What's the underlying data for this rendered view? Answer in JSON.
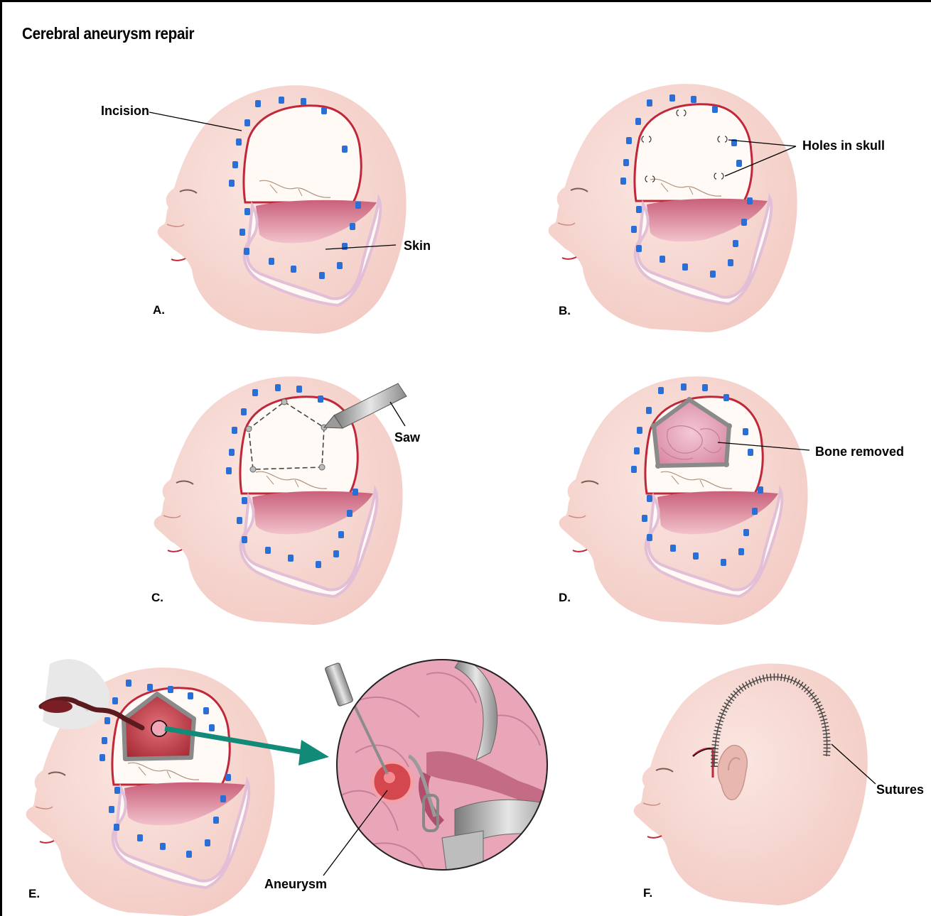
{
  "title": "Cerebral aneurysm repair",
  "panels": {
    "a": "A.",
    "b": "B.",
    "c": "C.",
    "d": "D.",
    "e": "E.",
    "f": "F."
  },
  "labels": {
    "incision": "Incision",
    "skin": "Skin",
    "holes": "Holes in skull",
    "saw": "Saw",
    "bone_removed": "Bone removed",
    "aneurysm": "Aneurysm",
    "sutures": "Sutures"
  },
  "colors": {
    "skin_tone": "#f8d8d2",
    "clip_blue": "#2a6fd6",
    "incision_red": "#c0283a",
    "arrow_teal": "#118a78",
    "brain_pink": "#e8a6b8"
  }
}
